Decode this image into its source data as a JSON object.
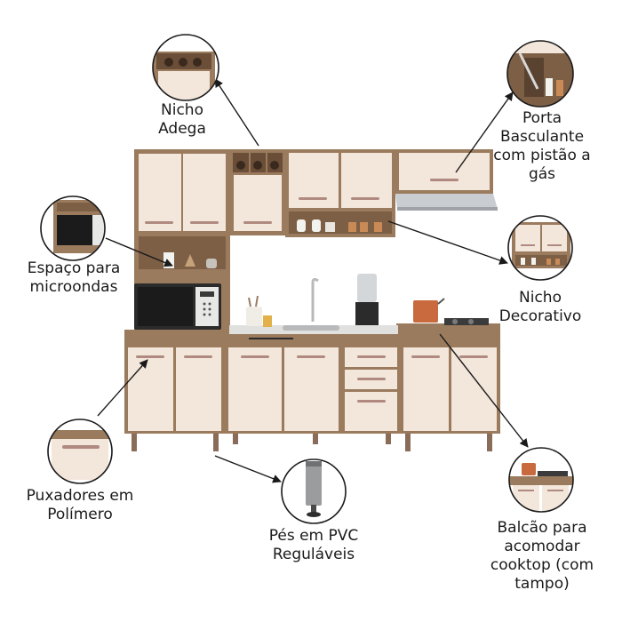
{
  "labels": {
    "nicho_adega": [
      "Nicho",
      "Adega"
    ],
    "porta_basculante": [
      "Porta",
      "Basculante",
      "com pistão a",
      "gás"
    ],
    "espaco_microondas": [
      "Espaço para",
      "microondas"
    ],
    "nicho_decorativo": [
      "Nicho",
      "Decorativo"
    ],
    "puxadores": [
      "Puxadores em",
      "Polímero"
    ],
    "pes": [
      "Pés em PVC",
      "Reguláveis"
    ],
    "balcao": [
      "Balcão para",
      "acomodar",
      "cooktop (com",
      "tampo)"
    ]
  },
  "colors": {
    "wood": "#9b7b5e",
    "wood_dark": "#7d5f45",
    "door_cream": "#f3e6db",
    "handle": "#b08a80",
    "microwave": "#2b2b2b",
    "steel": "#c9ccd0",
    "pot": "#c86a3d",
    "leg": "#8a6d58"
  },
  "icons": [
    "wine-niche-icon",
    "lift-door-icon",
    "microwave-space-icon",
    "decorative-niche-icon",
    "handle-icon",
    "pvc-foot-icon",
    "cooktop-counter-icon"
  ]
}
